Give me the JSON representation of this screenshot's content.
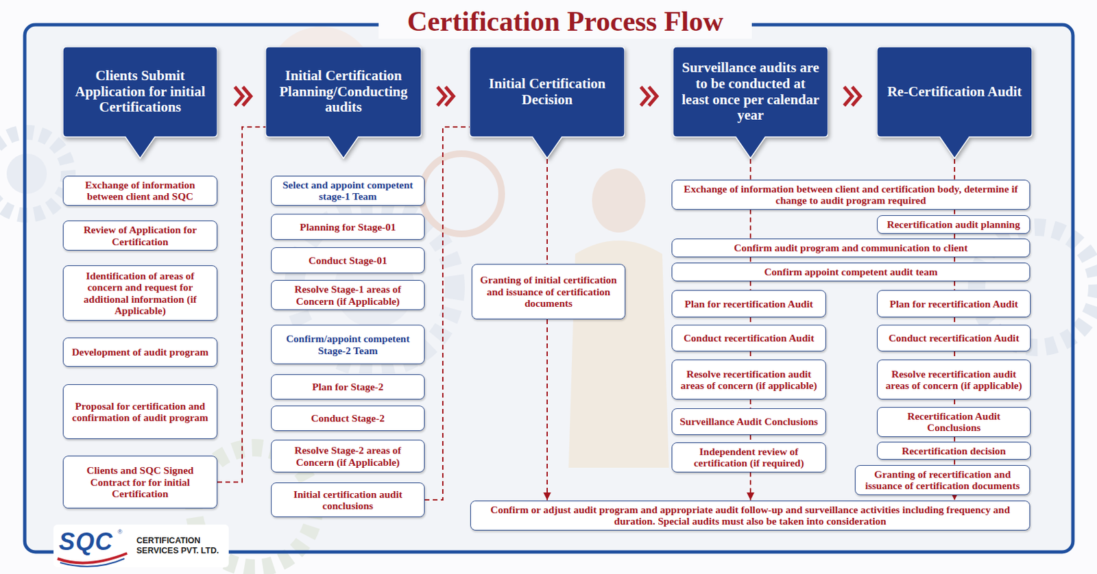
{
  "diagram": {
    "title": "Certification Process Flow",
    "nodes": [
      {
        "text": [
          "Clients Submit Application for initial Certifications"
        ]
      },
      {
        "text": [
          "Exchange of information between client and SQC"
        ]
      },
      {
        "text": [
          "Review of Application for Certification"
        ]
      },
      {
        "text": [
          "Identification of areas of concern and request for additional information (if Applicable)"
        ]
      },
      {
        "text": [
          "Development of audit program"
        ]
      },
      {
        "text": [
          "Proposal for certification and confirmation of audit program"
        ]
      },
      {
        "text": [
          "Clients and SQC Signed Contract for for initial Certification"
        ]
      },
      {
        "text": [
          "Initial Certification Planning/Conducting audits"
        ]
      },
      {
        "text": [
          "Select and appoint competent stage-1 Team"
        ]
      },
      {
        "text": [
          "Planning for Stage-01"
        ]
      },
      {
        "text": [
          "Conduct Stage-01"
        ]
      },
      {
        "text": [
          "Resolve Stage-1 areas of Concern (if Applicable)"
        ]
      },
      {
        "text": [
          "Confirm/appoint competent Stage-2 Team"
        ]
      },
      {
        "text": [
          "Plan for Stage-2"
        ]
      },
      {
        "text": [
          "Conduct Stage-2"
        ]
      },
      {
        "text": [
          "Resolve Stage-2 areas of Concern (if Applicable)"
        ]
      },
      {
        "text": [
          "Initial certification audit conclusions"
        ]
      },
      {
        "text": [
          "Initial Certification Decision"
        ]
      },
      {
        "text": [
          "Granting of initial certification and issuance of certification documents"
        ]
      },
      {
        "text": [
          "Surveillance audits are to be conducted at least once per calendar year"
        ]
      },
      {
        "text": [
          "Re-Certification Audit"
        ]
      },
      {
        "text": [
          "Exchange of information between client and certification body, determine if change to audit program required"
        ]
      },
      {
        "text": [
          "Recertification audit planning"
        ]
      },
      {
        "text": [
          "Confirm audit program and communication to client"
        ]
      },
      {
        "text": [
          "Confirm appoint competent audit team"
        ]
      },
      {
        "text": [
          "Plan for recertification Audit"
        ]
      },
      {
        "text": [
          "Plan for recertification Audit"
        ]
      },
      {
        "text": [
          "Conduct recertification Audit"
        ]
      },
      {
        "text": [
          "Conduct recertification Audit"
        ]
      },
      {
        "text": [
          "Resolve recertification audit areas of concern (if applicable)"
        ]
      },
      {
        "text": [
          "Resolve recertification audit areas of concern (if applicable)"
        ]
      },
      {
        "text": [
          "Surveillance Audit Conclusions"
        ]
      },
      {
        "text": [
          "Recertification Audit Conclusions"
        ]
      },
      {
        "text": [
          "Independent review of certification (if required)"
        ]
      },
      {
        "text": [
          "Recertification decision"
        ]
      },
      {
        "text": [
          "Granting of recertification and issuance of certification documents"
        ]
      },
      {
        "text": [
          "Confirm or adjust audit program and appropriate audit follow-up and surveillance activities including frequency and duration. Special audits must also be taken into consideration"
        ]
      }
    ],
    "edges": [
      {
        "from": 6,
        "to": 7,
        "arrow": "none"
      },
      {
        "from": 16,
        "to": 17,
        "arrow": "none"
      },
      {
        "from": 17,
        "to": 18,
        "arrow": "none"
      },
      {
        "from": 18,
        "to": 36,
        "arrow": "to"
      },
      {
        "from": 19,
        "to": 21,
        "arrow": "none"
      },
      {
        "from": 21,
        "to": 23,
        "arrow": "none"
      },
      {
        "from": 23,
        "to": 24,
        "arrow": "none"
      },
      {
        "from": 24,
        "to": 25,
        "arrow": "none"
      },
      {
        "from": 25,
        "to": 27,
        "arrow": "none"
      },
      {
        "from": 27,
        "to": 29,
        "arrow": "none"
      },
      {
        "from": 29,
        "to": 31,
        "arrow": "none"
      },
      {
        "from": 31,
        "to": 33,
        "arrow": "none"
      },
      {
        "from": 33,
        "to": 36,
        "arrow": "to"
      },
      {
        "from": 20,
        "to": 21,
        "arrow": "none"
      },
      {
        "from": 21,
        "to": 22,
        "arrow": "none"
      },
      {
        "from": 22,
        "to": 23,
        "arrow": "none"
      },
      {
        "from": 23,
        "to": 24,
        "arrow": "none"
      },
      {
        "from": 24,
        "to": 26,
        "arrow": "none"
      },
      {
        "from": 26,
        "to": 28,
        "arrow": "none"
      },
      {
        "from": 28,
        "to": 30,
        "arrow": "none"
      },
      {
        "from": 30,
        "to": 32,
        "arrow": "none"
      },
      {
        "from": 32,
        "to": 34,
        "arrow": "none"
      },
      {
        "from": 34,
        "to": 35,
        "arrow": "none"
      },
      {
        "from": 35,
        "to": 36,
        "arrow": "to"
      }
    ],
    "labels": [
      "SQC",
      "®",
      "CERTIFICATION SERVICES PVT. LTD."
    ]
  }
}
